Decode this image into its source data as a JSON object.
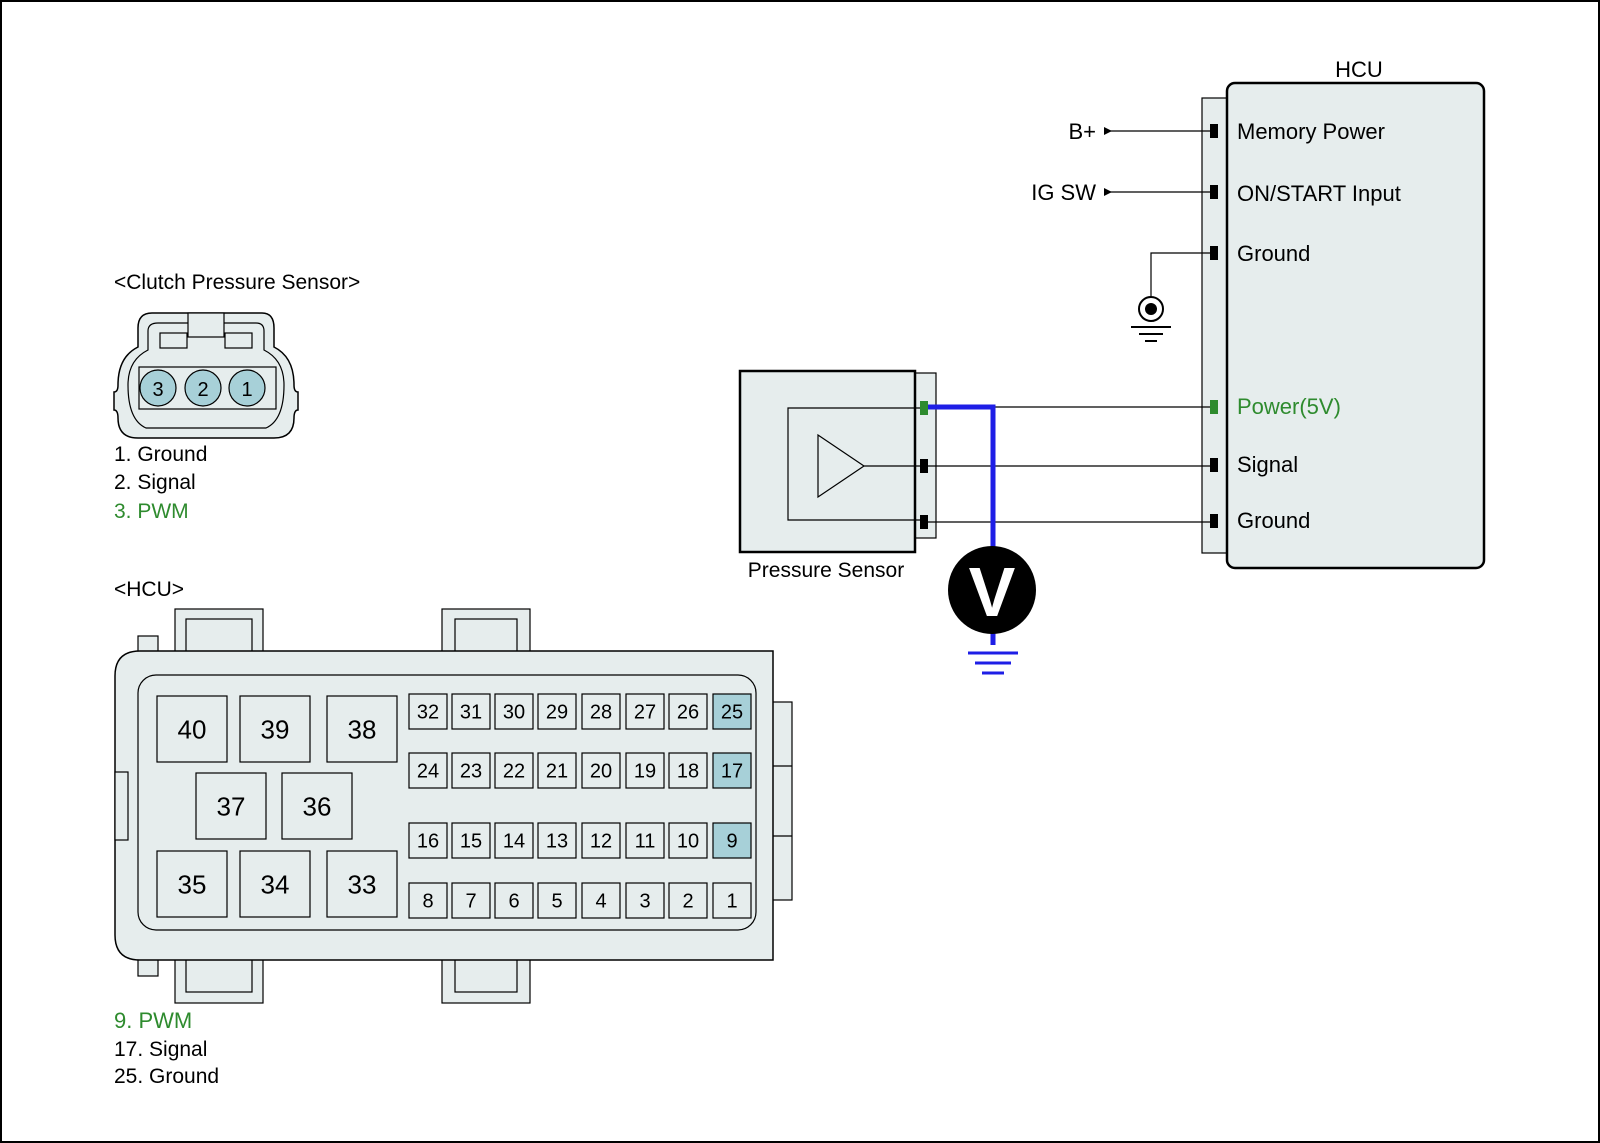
{
  "colors": {
    "background": "#ffffff",
    "frame_border": "#000000",
    "body_fill": "#e6eded",
    "highlight_pin": "#a7d0d8",
    "accent_green": "#2e8b2e",
    "meter_wire": "#1e1ee6",
    "wire": "#000000"
  },
  "hcu_block": {
    "title": "HCU",
    "pins": [
      {
        "label": "Memory Power",
        "external": "B+",
        "color": "#000000"
      },
      {
        "label": "ON/START Input",
        "external": "IG SW",
        "color": "#000000"
      },
      {
        "label": "Ground",
        "external": "",
        "color": "#000000"
      },
      {
        "label": "Power(5V)",
        "external": "",
        "color": "#2e8b2e"
      },
      {
        "label": "Signal",
        "external": "",
        "color": "#000000"
      },
      {
        "label": "Ground",
        "external": "",
        "color": "#000000"
      }
    ]
  },
  "pressure_sensor": {
    "label": "Pressure Sensor",
    "icon": "amplifier-triangle-icon"
  },
  "voltmeter": {
    "symbol": "V"
  },
  "clutch_connector": {
    "title": "<Clutch Pressure Sensor>",
    "pins": [
      "3",
      "2",
      "1"
    ],
    "legend": [
      {
        "text": "1. Ground",
        "color": "#000000"
      },
      {
        "text": "2. Signal",
        "color": "#000000"
      },
      {
        "text": "3. PWM",
        "color": "#2e8b2e"
      }
    ]
  },
  "hcu_connector": {
    "title": "<HCU>",
    "large_pins": [
      [
        "40",
        "39",
        "38"
      ],
      [
        "37",
        "36"
      ],
      [
        "35",
        "34",
        "33"
      ]
    ],
    "small_rows": [
      [
        "32",
        "31",
        "30",
        "29",
        "28",
        "27",
        "26",
        "25"
      ],
      [
        "24",
        "23",
        "22",
        "21",
        "20",
        "19",
        "18",
        "17"
      ],
      [
        "16",
        "15",
        "14",
        "13",
        "12",
        "11",
        "10",
        "9"
      ],
      [
        "8",
        "7",
        "6",
        "5",
        "4",
        "3",
        "2",
        "1"
      ]
    ],
    "highlighted": [
      "25",
      "17",
      "9"
    ],
    "legend": [
      {
        "text": "9. PWM",
        "color": "#2e8b2e"
      },
      {
        "text": "17. Signal",
        "color": "#000000"
      },
      {
        "text": "25. Ground",
        "color": "#000000"
      }
    ]
  }
}
